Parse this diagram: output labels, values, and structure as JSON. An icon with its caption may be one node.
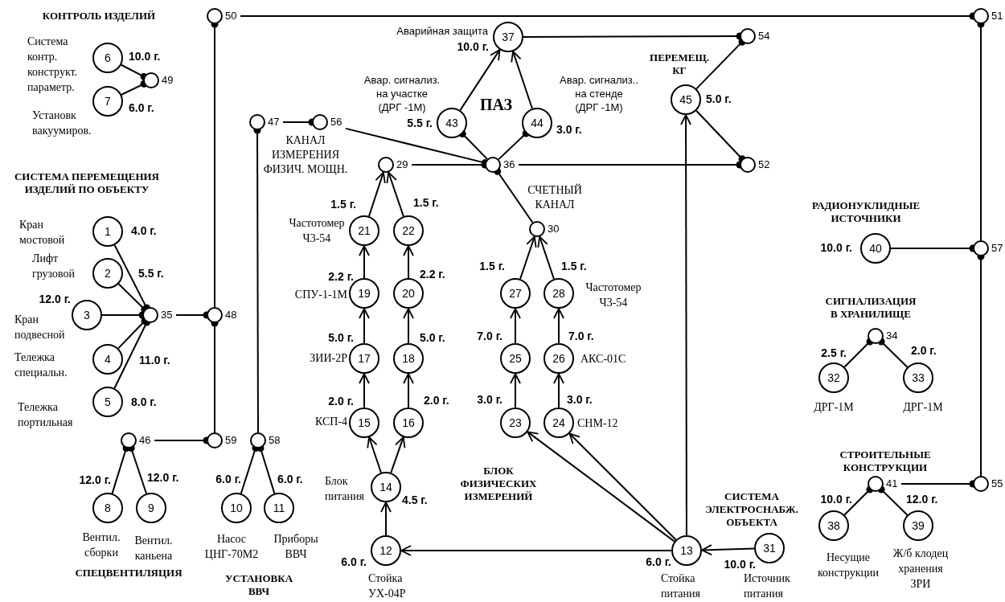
{
  "diagram": {
    "nodes": [
      {
        "text": [
          "50"
        ]
      },
      {
        "text": [
          "51"
        ]
      },
      {
        "text": [
          "37"
        ],
        "beside": [
          "Аварийная защита",
          "10.0 г."
        ]
      },
      {
        "text": [
          "54"
        ]
      },
      {
        "text": [
          "6"
        ],
        "beside": [
          "Система контр. конструкт. параметр.",
          "10.0 г."
        ]
      },
      {
        "text": [
          "49"
        ]
      },
      {
        "text": [
          "45"
        ],
        "beside": [
          "5.0 г."
        ]
      },
      {
        "text": [
          "43"
        ],
        "beside": [
          "Авар. сигнализ. на участке (ДРГ -1М)",
          "5.5 г."
        ]
      },
      {
        "text": [
          "44"
        ],
        "beside": [
          "Авар. сигнализ.. на стенде (ДРГ -1М)",
          "3.0 г."
        ]
      },
      {
        "text": [
          "7"
        ],
        "beside": [
          "6.0 г.",
          "Установк вакуумиров."
        ]
      },
      {
        "text": [
          "47"
        ]
      },
      {
        "text": [
          "56"
        ]
      },
      {
        "text": [
          "29"
        ]
      },
      {
        "text": [
          "36"
        ]
      },
      {
        "text": [
          "52"
        ]
      },
      {
        "text": [
          "1"
        ],
        "beside": [
          "Кран мостовой",
          "4.0 г."
        ]
      },
      {
        "text": [
          "21"
        ],
        "beside": [
          "1.5 г.",
          "Частотомер Ч3-54"
        ]
      },
      {
        "text": [
          "22"
        ],
        "beside": [
          "1.5 г."
        ]
      },
      {
        "text": [
          "30"
        ]
      },
      {
        "text": [
          "2"
        ],
        "beside": [
          "Лифт грузовой",
          "5.5 г."
        ]
      },
      {
        "text": [
          "40"
        ],
        "beside": [
          "10.0 г."
        ]
      },
      {
        "text": [
          "57"
        ]
      },
      {
        "text": [
          "19"
        ],
        "beside": [
          "2.2 г.",
          "СПУ-1-1М"
        ]
      },
      {
        "text": [
          "20"
        ],
        "beside": [
          "2.2 г."
        ]
      },
      {
        "text": [
          "27"
        ],
        "beside": [
          "1.5 г."
        ]
      },
      {
        "text": [
          "28"
        ],
        "beside": [
          "1.5 г.",
          "Частотомер Ч3-54"
        ]
      },
      {
        "text": [
          "3"
        ],
        "beside": [
          "12.0 г.",
          "Кран подвесной"
        ]
      },
      {
        "text": [
          "35"
        ]
      },
      {
        "text": [
          "48"
        ]
      },
      {
        "text": [
          "34"
        ]
      },
      {
        "text": [
          "4"
        ],
        "beside": [
          "Тележка специальн.",
          "11.0 г."
        ]
      },
      {
        "text": [
          "17"
        ],
        "beside": [
          "5.0 г.",
          "ЗИИ-2Р"
        ]
      },
      {
        "text": [
          "18"
        ],
        "beside": [
          "5.0 г."
        ]
      },
      {
        "text": [
          "25"
        ],
        "beside": [
          "7.0 г."
        ]
      },
      {
        "text": [
          "26"
        ],
        "beside": [
          "7.0 г.",
          "АКС-01С"
        ]
      },
      {
        "text": [
          "32"
        ],
        "beside": [
          "2.5 г.",
          "ДРГ-1М"
        ]
      },
      {
        "text": [
          "33"
        ],
        "beside": [
          "2.0 г.",
          "ДРГ-1М"
        ]
      },
      {
        "text": [
          "5"
        ],
        "beside": [
          "8.0 г.",
          "Тележка портильная"
        ]
      },
      {
        "text": [
          "15"
        ],
        "beside": [
          "2.0 г.",
          "КСП-4"
        ]
      },
      {
        "text": [
          "16"
        ],
        "beside": [
          "2.0 г."
        ]
      },
      {
        "text": [
          "23"
        ],
        "beside": [
          "3.0 г."
        ]
      },
      {
        "text": [
          "24"
        ],
        "beside": [
          "3.0 г.",
          "СНМ-12"
        ]
      },
      {
        "text": [
          "46"
        ]
      },
      {
        "text": [
          "59"
        ]
      },
      {
        "text": [
          "58"
        ]
      },
      {
        "text": [
          "14"
        ],
        "beside": [
          "Блок питания",
          "4.5 г."
        ]
      },
      {
        "text": [
          "41"
        ]
      },
      {
        "text": [
          "55"
        ]
      },
      {
        "text": [
          "8"
        ],
        "beside": [
          "12.0 г.",
          "Вентил. сборки"
        ]
      },
      {
        "text": [
          "9"
        ],
        "beside": [
          "12.0 г.",
          "Вентил. каньена"
        ]
      },
      {
        "text": [
          "10"
        ],
        "beside": [
          "6.0 г.",
          "Насос ЦНГ-70М2"
        ]
      },
      {
        "text": [
          "11"
        ],
        "beside": [
          "6.0 г.",
          "Приборы ВВЧ"
        ]
      },
      {
        "text": [
          "38"
        ],
        "beside": [
          "10.0 г.",
          "Несущие конструкции"
        ]
      },
      {
        "text": [
          "39"
        ],
        "beside": [
          "12.0 г.",
          "Ж/б клодец хранения ЗРИ"
        ]
      },
      {
        "text": [
          "12"
        ],
        "beside": [
          "6.0 г.",
          "Стойка УХ-04Р"
        ]
      },
      {
        "text": [
          "13"
        ],
        "beside": [
          "6.0 г.",
          "Стойка питания"
        ]
      },
      {
        "text": [
          "31"
        ],
        "beside": [
          "10.0 г.",
          "Источник питания"
        ]
      }
    ],
    "edges": [
      {
        "from": 4,
        "to": 5,
        "arrow": "other"
      },
      {
        "from": 9,
        "to": 5,
        "arrow": "other"
      },
      {
        "from": 15,
        "to": 27,
        "arrow": "other"
      },
      {
        "from": 19,
        "to": 27,
        "arrow": "other"
      },
      {
        "from": 26,
        "to": 27,
        "arrow": "other"
      },
      {
        "from": 30,
        "to": 27,
        "arrow": "other"
      },
      {
        "from": 37,
        "to": 27,
        "arrow": "other"
      },
      {
        "from": 27,
        "to": 28,
        "arrow": "other"
      },
      {
        "from": 43,
        "to": 28,
        "arrow": "other"
      },
      {
        "from": 28,
        "to": 0,
        "arrow": "other"
      },
      {
        "from": 0,
        "to": 1,
        "arrow": "other"
      },
      {
        "from": 21,
        "to": 1,
        "arrow": "other"
      },
      {
        "from": 20,
        "to": 21,
        "arrow": "other"
      },
      {
        "from": 47,
        "to": 21,
        "arrow": "other"
      },
      {
        "from": 46,
        "to": 47,
        "arrow": "other"
      },
      {
        "from": 52,
        "to": 46,
        "arrow": "other"
      },
      {
        "from": 53,
        "to": 46,
        "arrow": "other"
      },
      {
        "from": 35,
        "to": 29,
        "arrow": "other"
      },
      {
        "from": 36,
        "to": 29,
        "arrow": "other"
      },
      {
        "from": 48,
        "to": 42,
        "arrow": "other"
      },
      {
        "from": 49,
        "to": 42,
        "arrow": "other"
      },
      {
        "from": 42,
        "to": 43,
        "arrow": "other"
      },
      {
        "from": 50,
        "to": 44,
        "arrow": "other"
      },
      {
        "from": 51,
        "to": 44,
        "arrow": "other"
      },
      {
        "from": 44,
        "to": 10,
        "arrow": "other"
      },
      {
        "from": 10,
        "to": 11,
        "arrow": "other"
      },
      {
        "from": 11,
        "to": 13,
        "arrow": "other"
      },
      {
        "from": 12,
        "to": 13,
        "arrow": "other"
      },
      {
        "from": 18,
        "to": 13,
        "arrow": "other"
      },
      {
        "from": 13,
        "to": 7,
        "arrow": "other"
      },
      {
        "from": 13,
        "to": 8,
        "arrow": "other"
      },
      {
        "from": 7,
        "to": 2,
        "arrow": "to"
      },
      {
        "from": 8,
        "to": 2,
        "arrow": "to"
      },
      {
        "from": 2,
        "to": 3,
        "arrow": "other"
      },
      {
        "from": 13,
        "to": 14,
        "arrow": "other"
      },
      {
        "from": 6,
        "to": 3,
        "arrow": "other"
      },
      {
        "from": 6,
        "to": 14,
        "arrow": "other"
      },
      {
        "from": 55,
        "to": 6,
        "arrow": "to"
      },
      {
        "from": 16,
        "to": 12,
        "arrow": "to"
      },
      {
        "from": 17,
        "to": 12,
        "arrow": "to"
      },
      {
        "from": 22,
        "to": 16,
        "arrow": "to"
      },
      {
        "from": 23,
        "to": 17,
        "arrow": "to"
      },
      {
        "from": 31,
        "to": 22,
        "arrow": "to"
      },
      {
        "from": 32,
        "to": 23,
        "arrow": "to"
      },
      {
        "from": 38,
        "to": 31,
        "arrow": "to"
      },
      {
        "from": 39,
        "to": 32,
        "arrow": "to"
      },
      {
        "from": 45,
        "to": 38,
        "arrow": "to"
      },
      {
        "from": 45,
        "to": 39,
        "arrow": "to"
      },
      {
        "from": 54,
        "to": 45,
        "arrow": "to"
      },
      {
        "from": 55,
        "to": 54,
        "arrow": "to"
      },
      {
        "from": 56,
        "to": 55,
        "arrow": "to"
      },
      {
        "from": 55,
        "to": 40,
        "arrow": "to"
      },
      {
        "from": 55,
        "to": 41,
        "arrow": "to"
      },
      {
        "from": 24,
        "to": 18,
        "arrow": "to"
      },
      {
        "from": 25,
        "to": 18,
        "arrow": "to"
      },
      {
        "from": 33,
        "to": 24,
        "arrow": "to"
      },
      {
        "from": 34,
        "to": 25,
        "arrow": "to"
      },
      {
        "from": 40,
        "to": 33,
        "arrow": "to"
      },
      {
        "from": 41,
        "to": 34,
        "arrow": "to"
      }
    ],
    "labels": [
      "КОНТРОЛЬ ИЗДЕЛИЙ",
      "ПЕРЕМЕЩ. КГ",
      "ПАЗ",
      "КАНАЛ ИЗМЕРЕНИЯ ФИЗИЧ. МОЩН.",
      "СИСТЕМА ПЕРЕМЕЩЕНИЯ ИЗДЕЛИЙ ПО ОБЪЕКТУ",
      "СЧЕТНЫЙ КАНАЛ",
      "РАДИОНУКЛИДНЫЕ ИСТОЧНИКИ",
      "СИГНАЛИЗАЦИЯ В ХРАНИЛИЩЕ",
      "СТРОИТЕЛЬНЫЕ КОНСТРУКЦИИ",
      "БЛОК ФИЗИЧЕСКИХ ИЗМЕРЕНИЙ",
      "СИСТЕМА ЭЛЕКТРОСНАБЖ. ОБЪЕКТА",
      "СПЕЦВЕНТИЛЯЦИЯ",
      "УСТАНОВКА ВВЧ"
    ]
  }
}
